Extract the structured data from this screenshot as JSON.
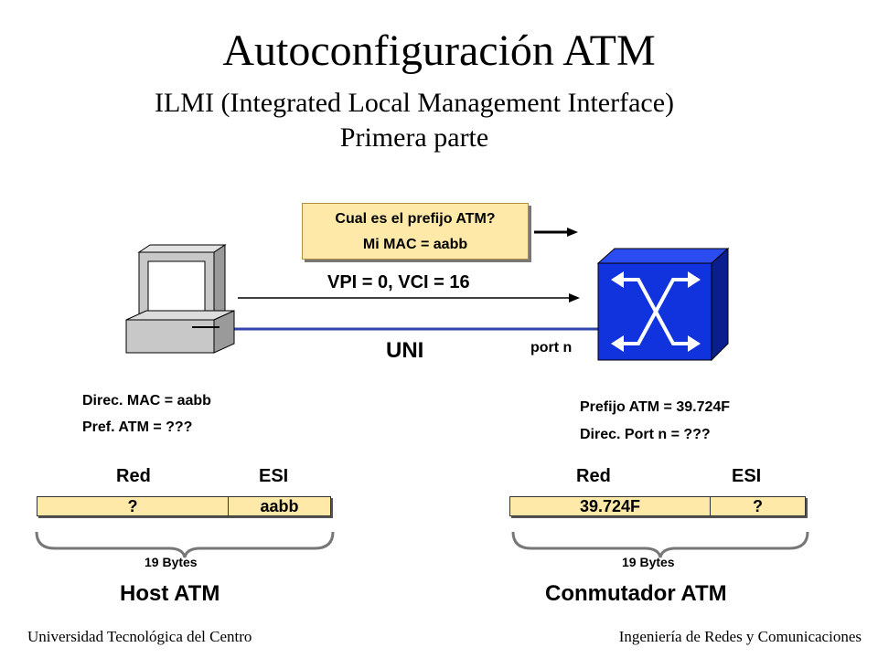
{
  "title": "Autoconfiguración ATM",
  "subtitle_line1": "ILMI (Integrated Local Management Interface)",
  "subtitle_line2": "Primera parte",
  "message": {
    "line1": "Cual es el prefijo ATM?",
    "line2": "Mi MAC = aabb"
  },
  "channel_label": "VPI = 0, VCI = 16",
  "uni_label": "UNI",
  "port_label": "port n",
  "host": {
    "mac_label": "Direc. MAC = aabb",
    "prefix_label": "Pref. ATM = ???",
    "col_red": "Red",
    "col_esi": "ESI",
    "red_value": "?",
    "esi_value": "aabb",
    "bytes_label": "19 Bytes",
    "caption": "Host ATM"
  },
  "switch": {
    "prefix_label": "Prefijo ATM = 39.724F",
    "port_addr_label": "Direc. Port n = ???",
    "col_red": "Red",
    "col_esi": "ESI",
    "red_value": "39.724F",
    "esi_value": "?",
    "bytes_label": "19 Bytes",
    "caption": "Conmutador ATM"
  },
  "footer_left": "Universidad Tecnológica del Centro",
  "footer_right": "Ingeniería de Redes y Comunicaciones",
  "colors": {
    "box_fill": "#ffe9a8",
    "link_line": "#3344aa",
    "switch_fill": "#1133dd",
    "computer_fill": "#c8c8c8"
  },
  "icons": {
    "host": "computer-icon",
    "switch": "atm-switch-icon"
  }
}
